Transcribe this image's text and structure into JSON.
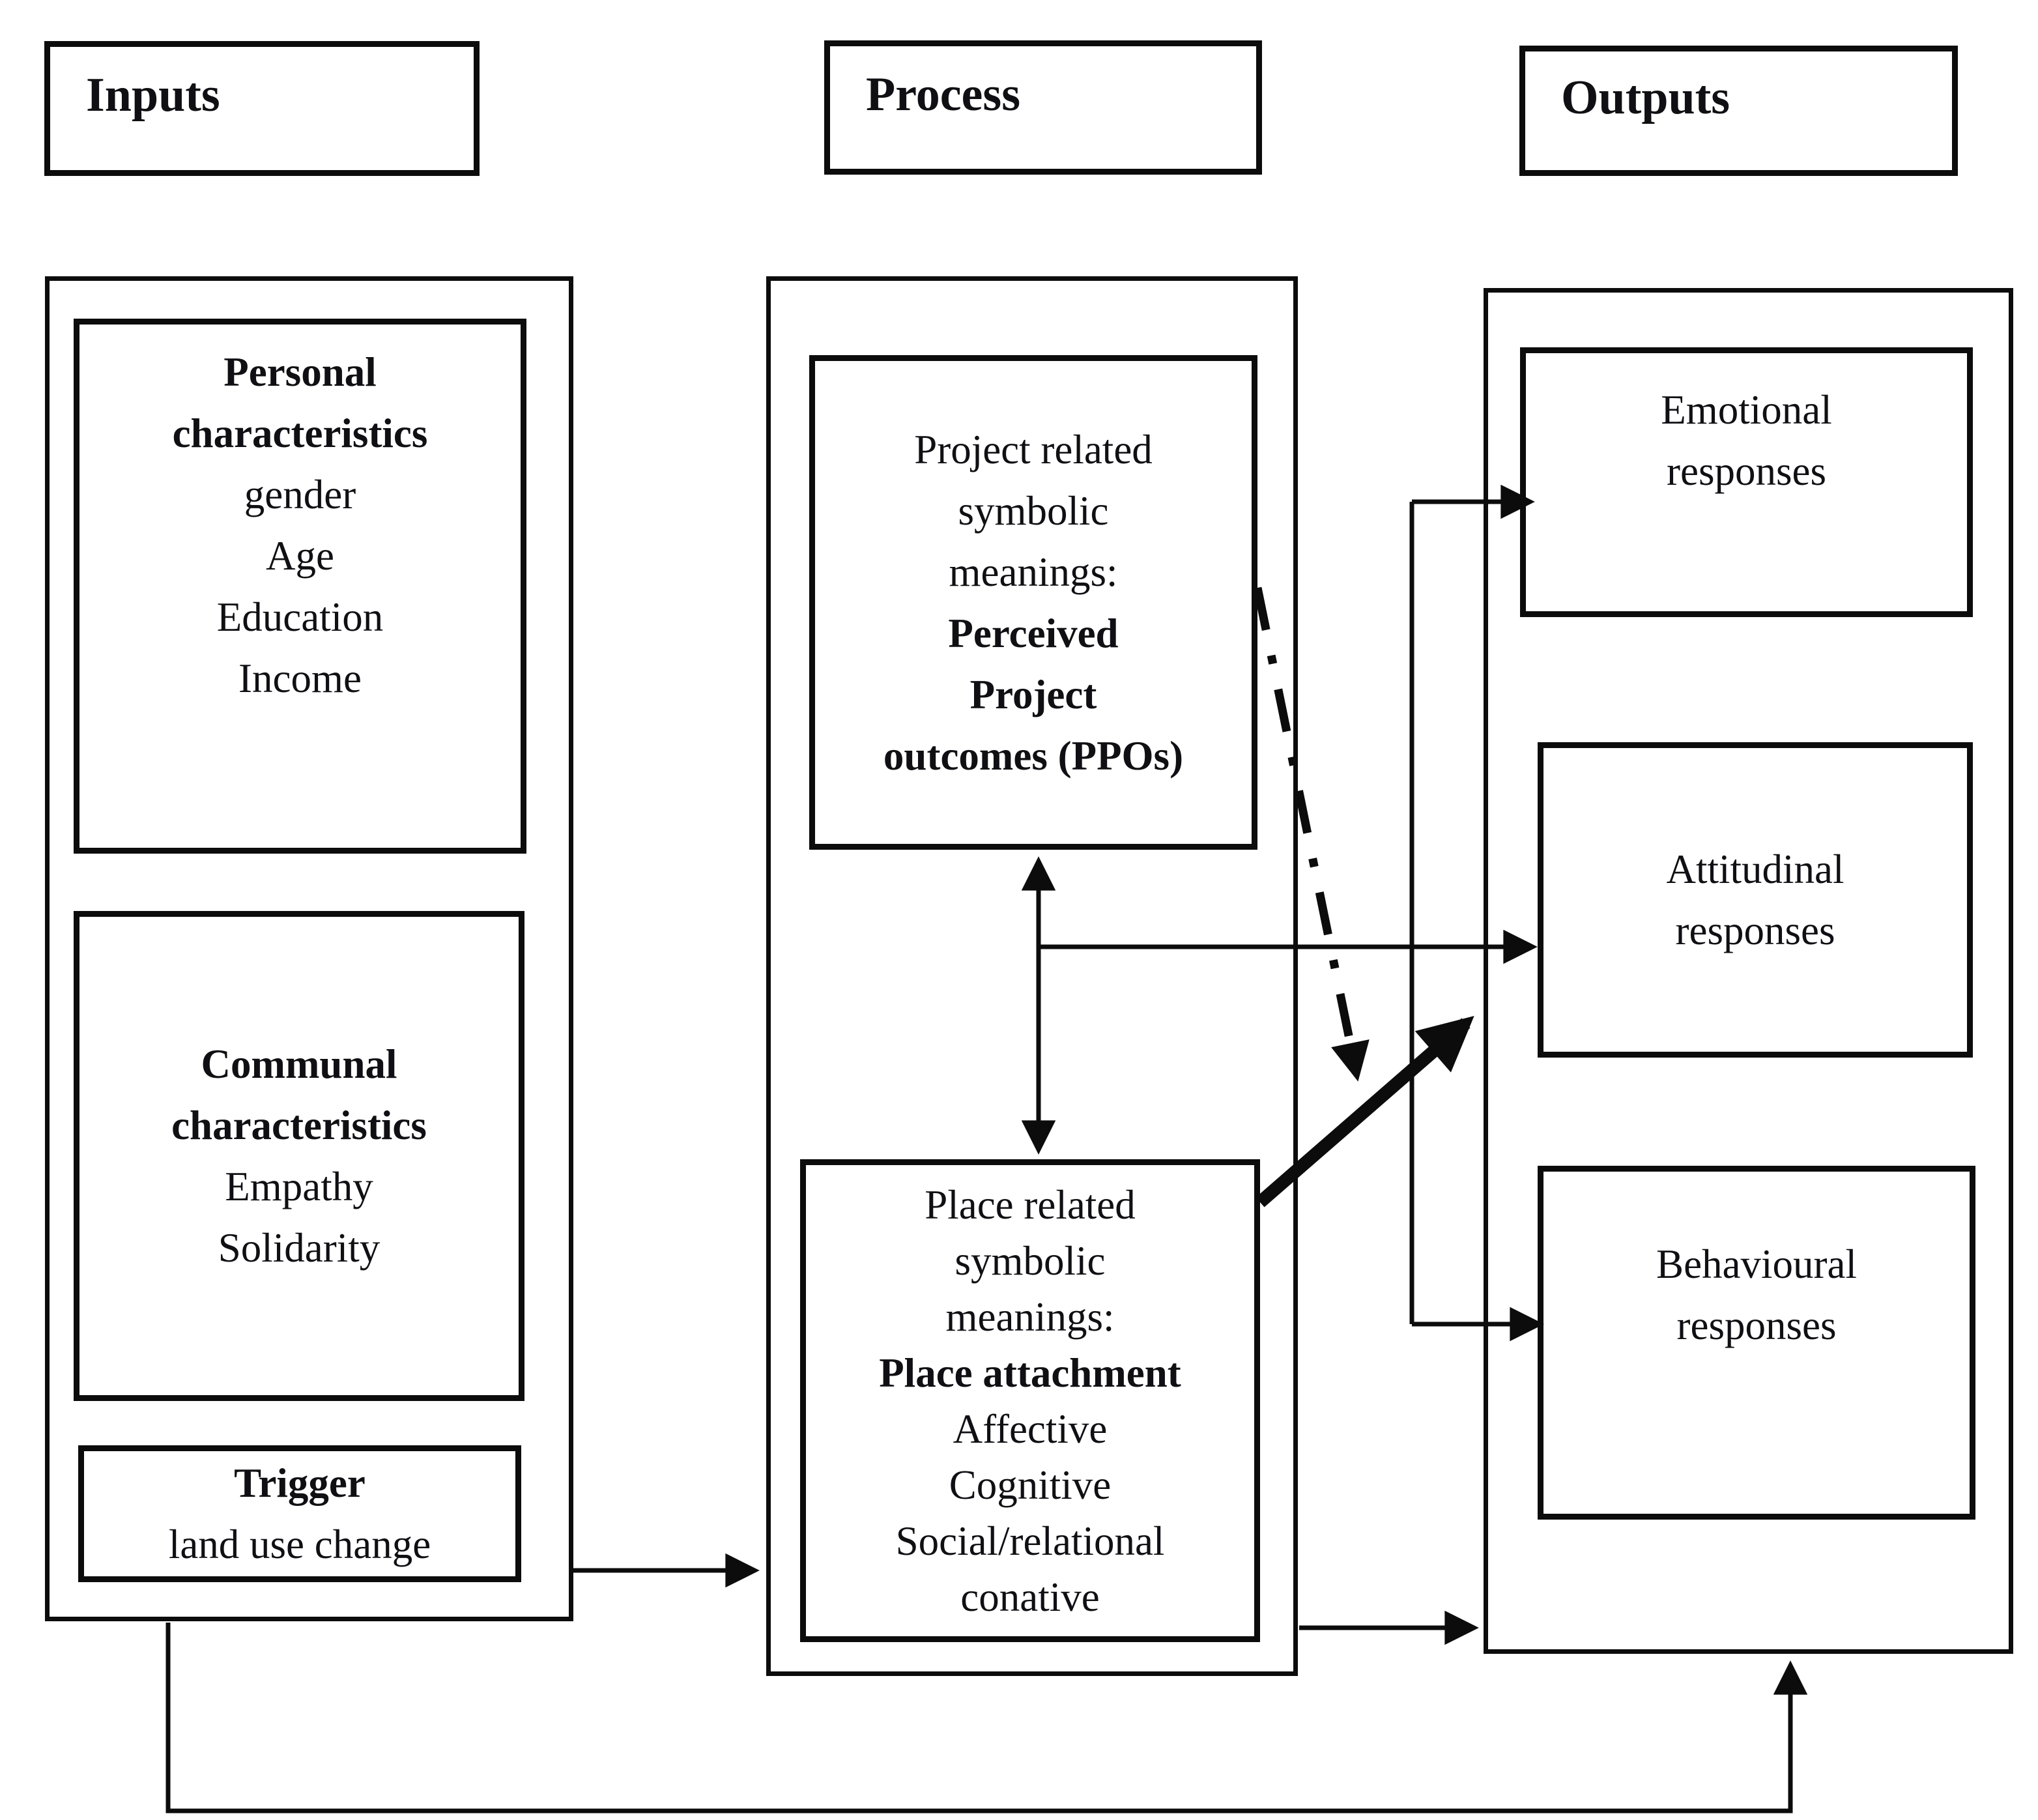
{
  "headers": {
    "inputs": "Inputs",
    "process": "Process",
    "outputs": "Outputs"
  },
  "inputs": {
    "personal": {
      "title": [
        "Personal",
        "characteristics"
      ],
      "items": [
        "gender",
        "Age",
        "Education",
        "Income"
      ]
    },
    "communal": {
      "title": [
        "Communal",
        "characteristics"
      ],
      "items": [
        "Empathy",
        "Solidarity"
      ]
    },
    "trigger": {
      "title": "Trigger",
      "subtitle": "land use change"
    }
  },
  "process": {
    "project": {
      "intro": [
        "Project related",
        "symbolic",
        "meanings:"
      ],
      "emphasis": [
        "Perceived",
        "Project",
        "outcomes (PPOs)"
      ]
    },
    "place": {
      "intro": [
        "Place related",
        "symbolic",
        "meanings:"
      ],
      "emphasis": [
        "Place attachment"
      ],
      "items": [
        "Affective",
        "Cognitive",
        "Social/relational",
        "conative"
      ]
    }
  },
  "outputs": {
    "emotional": [
      "Emotional",
      "responses"
    ],
    "attitudinal": [
      "Attitudinal",
      "responses"
    ],
    "behavioural": [
      "Behavioural",
      "responses"
    ]
  },
  "colors": {
    "ink": "#101014",
    "line": "#0c0c0c",
    "background": "#ffffff"
  }
}
